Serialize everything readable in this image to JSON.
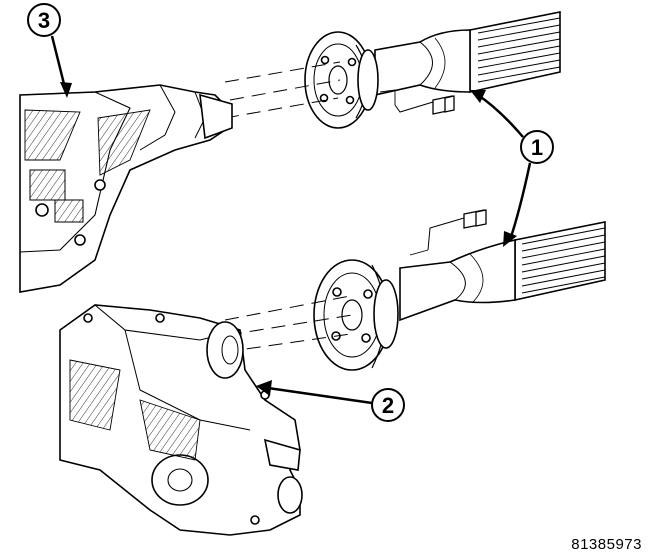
{
  "callouts": [
    {
      "id": "1",
      "label": "1"
    },
    {
      "id": "2",
      "label": "2"
    },
    {
      "id": "3",
      "label": "3"
    }
  ],
  "figure_number": "81385973",
  "colors": {
    "ink": "#000000",
    "paper": "#ffffff"
  }
}
